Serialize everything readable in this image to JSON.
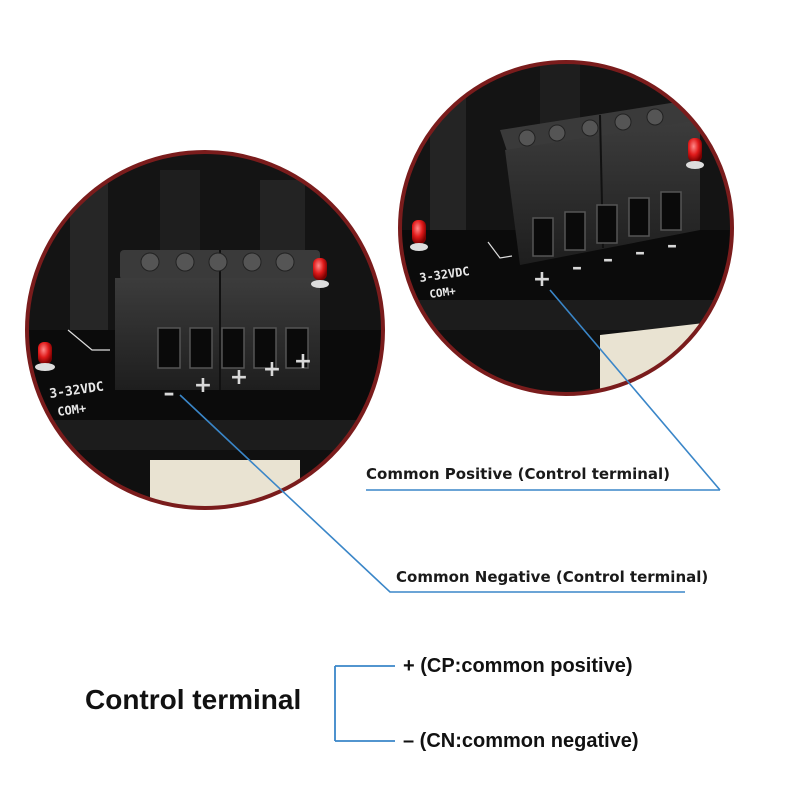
{
  "callouts": {
    "common_positive": "Common Positive (Control terminal)",
    "common_negative": "Common Negative (Control terminal)"
  },
  "legend": {
    "title": "Control terminal",
    "positive": "+ (CP:common positive)",
    "negative": "– (CN:common negative)"
  },
  "device_left": {
    "voltage": "3-32VDC",
    "common": "COM+",
    "pins": [
      "–",
      "+",
      "+",
      "+",
      "+"
    ]
  },
  "device_right": {
    "voltage": "3-32VDC",
    "common": "COM+",
    "pins": [
      "+",
      "–",
      "–",
      "–",
      "–"
    ]
  },
  "colors": {
    "callout_line": "#3a86c8",
    "rim": "#7a1c1c",
    "terminal": "#2b2b2b",
    "led": "#e01a1a"
  }
}
